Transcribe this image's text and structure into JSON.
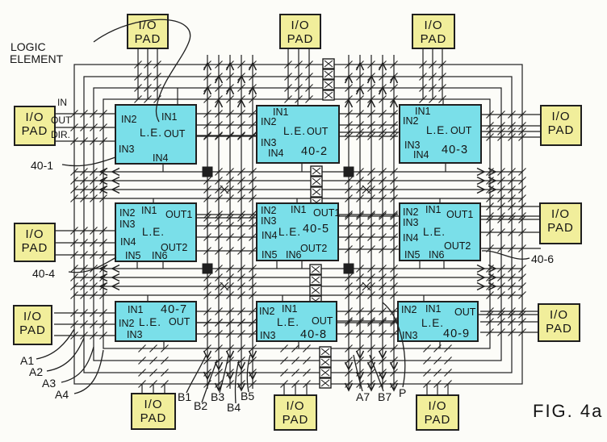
{
  "figure_label": "FIG. 4a",
  "colors": {
    "logic_element_fill": "#7adfe9",
    "io_pad_fill": "#f1ee9b",
    "line": "#1f1f1f",
    "background": "#fcfcf8"
  },
  "io_pad_label": {
    "line1": "I/O",
    "line2": "PAD"
  },
  "io_pad_signals": {
    "in": "IN",
    "out": "OUT",
    "dir": "DIR."
  },
  "callouts": {
    "logic_element_line1": "LOGIC",
    "logic_element_line2": "ELEMENT",
    "ref_40_1": "40-1",
    "ref_40_4": "40-4",
    "ref_40_6": "40-6",
    "a1": "A1",
    "a2": "A2",
    "a3": "A3",
    "a4": "A4",
    "b1": "B1",
    "b2": "B2",
    "b3": "B3",
    "b4": "B4",
    "b5": "B5",
    "a7": "A7",
    "b7": "B7",
    "p": "P"
  },
  "logic_elements": [
    {
      "name": "L.E.",
      "in1": "IN1",
      "in2": "IN2",
      "in3": "IN3",
      "in4": "IN4",
      "out": "OUT",
      "ref": ""
    },
    {
      "name": "L.E.",
      "in1": "IN1",
      "in2": "IN2",
      "in3": "IN3",
      "in4": "IN4",
      "out": "OUT",
      "ref": "40-2"
    },
    {
      "name": "L.E.",
      "in1": "IN1",
      "in2": "IN2",
      "in3": "IN3",
      "in4": "IN4",
      "out": "OUT",
      "ref": "40-3"
    },
    {
      "name": "L.E.",
      "in1": "IN1",
      "in2": "IN2",
      "in3": "IN3",
      "in4": "IN4",
      "in5": "IN5",
      "in6": "IN6",
      "out1": "OUT1",
      "out2": "OUT2",
      "ref": ""
    },
    {
      "name": "L.E.",
      "in1": "IN1",
      "in2": "IN2",
      "in3": "IN3",
      "in4": "IN4",
      "in5": "IN5",
      "in6": "IN6",
      "out1": "OUT1",
      "out2": "OUT2",
      "ref": "40-5"
    },
    {
      "name": "L.E.",
      "in1": "IN1",
      "in2": "IN2",
      "in3": "IN3",
      "in4": "IN4",
      "in5": "IN5",
      "in6": "IN6",
      "out1": "OUT1",
      "out2": "OUT2",
      "ref": ""
    },
    {
      "name": "L.E.",
      "in1": "IN1",
      "in2": "IN2",
      "in3": "IN3",
      "out": "OUT",
      "ref": "40-7"
    },
    {
      "name": "L.E.",
      "in1": "IN1",
      "in2": "IN2",
      "in3": "IN3",
      "out": "OUT",
      "ref": "40-8"
    },
    {
      "name": "L.E.",
      "in1": "IN1",
      "in2": "IN2",
      "in3": "IN3",
      "out": "OUT",
      "ref": "40-9"
    }
  ]
}
